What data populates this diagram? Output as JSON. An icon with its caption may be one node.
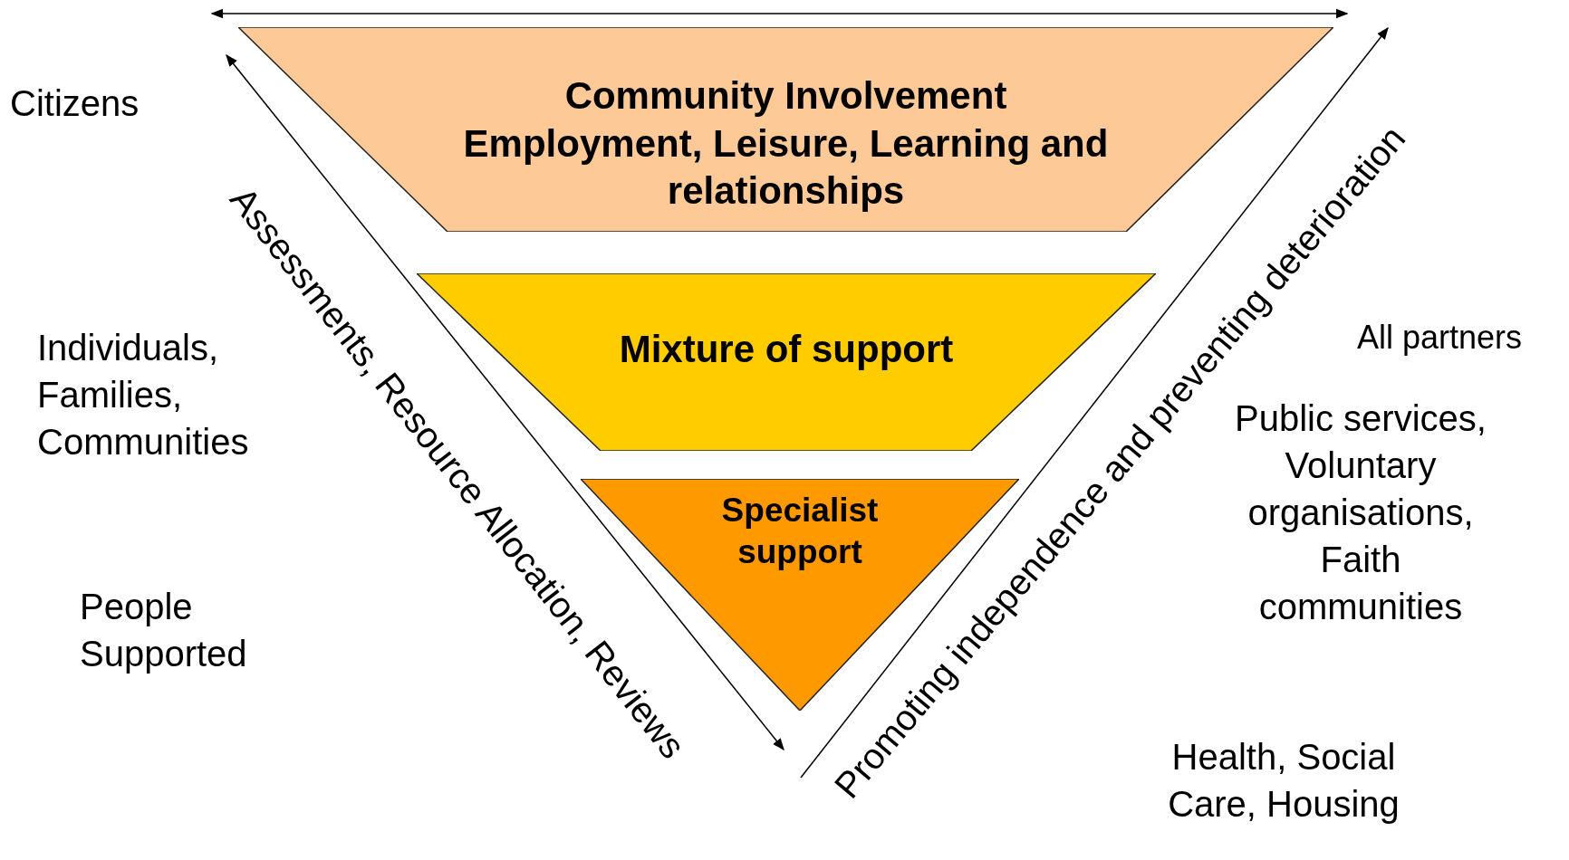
{
  "diagram": {
    "nodes": [
      {
        "text": [
          "Community Involvement",
          "Employment, Leisure, Learning and relationships"
        ]
      },
      {
        "text": [
          "Mixture of support"
        ]
      },
      {
        "text": [
          "Specialist support"
        ]
      }
    ],
    "labels": [
      "Citizens",
      "Individuals, Families, Communities",
      "People Supported",
      "Assessments, Resource Allocation, Reviews",
      "Promoting independence and preventing deterioration",
      "All partners",
      "Public services, Voluntary organisations, Faith communities",
      "Health, Social Care, Housing"
    ]
  }
}
